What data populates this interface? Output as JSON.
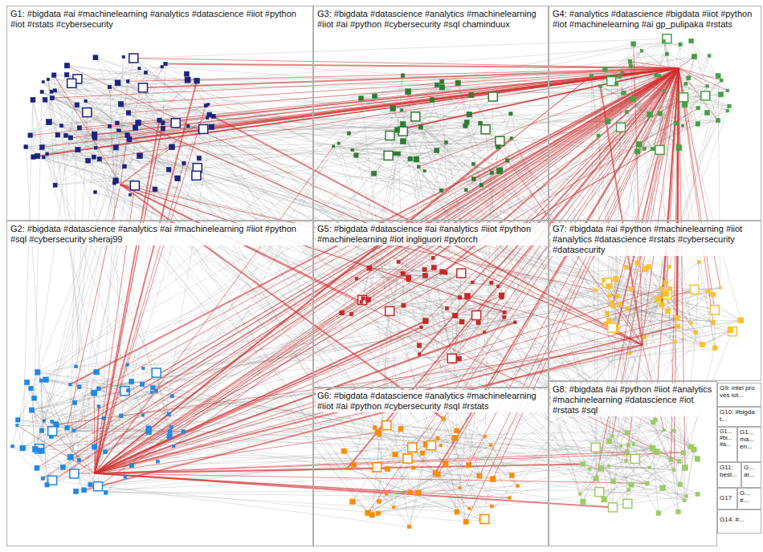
{
  "diagram": {
    "nodes": [
      {
        "text": [
          "G1: #bigdata #ai #machinelearning #analytics #datascience #iiot #python #iot #rstats #cybersecurity"
        ]
      },
      {
        "text": [
          "G3: #bigdata #datascience #analytics #machinelearning #iiot #ai #python #cybersecurity #sql chaminduux"
        ]
      },
      {
        "text": [
          "G4: #analytics #datascience #bigdata #iiot #python #iot #machinelearning #ai gp_pulipaka #rstats"
        ]
      },
      {
        "text": [
          "G2: #bigdata #datascience #analytics #ai #machinelearning #iiot #python #sql #cybersecurity sheraj99"
        ]
      },
      {
        "text": [
          "G5: #bigdata #datascience #ai #analytics #iiot #python #machinelearning #iot ingliguori #pytorch"
        ]
      },
      {
        "text": [
          "G7: #bigdata #ai #python #machinelearning #iiot #analytics #datascience #rstats #cybersecurity #datasecurity"
        ]
      },
      {
        "text": [
          "G6: #bigdata #datascience #analytics #machinelearning #iiot #ai #python #cybersecurity #sql #rstats"
        ]
      },
      {
        "text": [
          "G8: #bigdata #ai #python #iiot #analytics #machinelearning #datascience #iot #rstats #sql"
        ]
      },
      {
        "text": [
          "G9: intel proves iot..."
        ]
      },
      {
        "text": [
          "G10: #bigdat..."
        ]
      },
      {
        "text": [
          "G1... #bi... #a..."
        ]
      },
      {
        "text": [
          "G1... ma... en..."
        ]
      },
      {
        "text": [
          "G11: best..."
        ]
      },
      {
        "text": [
          "G... ar..."
        ]
      },
      {
        "text": [
          "G17"
        ]
      },
      {
        "text": [
          "G... #..."
        ]
      },
      {
        "text": [
          "G14: #..."
        ]
      }
    ]
  }
}
